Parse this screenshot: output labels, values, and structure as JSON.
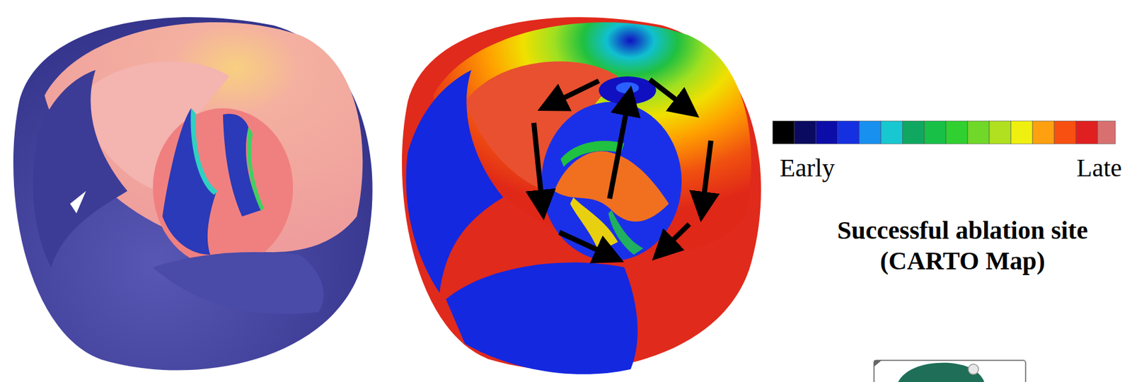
{
  "diagram": {
    "labels": [
      "Early",
      "Late",
      "Successful ablation site (CARTO Map)"
    ]
  }
}
